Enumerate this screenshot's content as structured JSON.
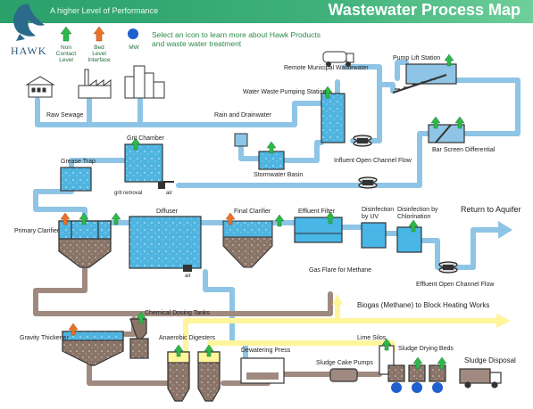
{
  "header": {
    "tagline": "A higher Level of Performance",
    "title": "Wastewater Process Map"
  },
  "brand": {
    "name": "HAWK"
  },
  "intro": {
    "text": "Select an icon to learn more about Hawk Products and waste water treatment"
  },
  "legend": [
    {
      "label": "Non Contact Level",
      "icon": "green-up-arrow-icon",
      "color": "#2fb84a"
    },
    {
      "label": "Bed Level Interface",
      "icon": "orange-up-arrow-icon",
      "color": "#e8722a"
    },
    {
      "label": "MW",
      "icon": "blue-dot-icon",
      "color": "#1f5fcf"
    }
  ],
  "labels": {
    "raw_sewage": "Raw Sewage",
    "rain_drainwater": "Rain and Drainwater",
    "water_waste_pumping": "Water Waste Pumping Station",
    "remote_municipal": "Remote Municipal Wastewater",
    "pump_lift": "Pump Lift Station",
    "grit_chamber": "Grit Chamber",
    "grit_removal": "grit removal",
    "air_grit": "air",
    "grease_trap": "Grease Trap",
    "stormwater_basin": "Stormwater Basin",
    "influent_channel": "Influent Open Channel Flow",
    "bar_screen": "Bar Screen Differential",
    "primary_clarifier": "Primary Clarifier",
    "diffuser": "Diffuser",
    "air_diffuser": "air",
    "final_clarifier": "Final Clarifier",
    "effluent_filter": "Effluent Filter",
    "disinfection_uv": "Disinfection by UV",
    "disinfection_chlorination": "Disinfection by Chlorination",
    "return_aquifer": "Return to Aquifer",
    "gas_flare": "Gas Flare for Methane",
    "effluent_channel": "Effluent Open Channel Flow",
    "biogas": "Biogas (Methane) to Block Heating Works",
    "chemical_dosing": "Chemical Dosing Tanks",
    "gravity_thickener": "Gravity Thickener",
    "anaerobic_digesters": "Anaerobic Digesters",
    "dewatering_press": "Dewatering Press",
    "lime_silos": "Lime Silos",
    "sludge_drying": "Sludge Drying Beds",
    "sludge_cake_pumps": "Sludge Cake Pumps",
    "sludge_disposal": "Sludge Disposal"
  },
  "colors": {
    "pipe_water": "#8ec5e6",
    "pipe_sludge": "#a08a80",
    "pipe_gas": "#fff59a",
    "tank_water": "#48b6e6",
    "sludge": "#8a7468",
    "accent_green": "#2fb84a",
    "accent_orange": "#e8722a",
    "accent_blue": "#1f5fcf"
  }
}
